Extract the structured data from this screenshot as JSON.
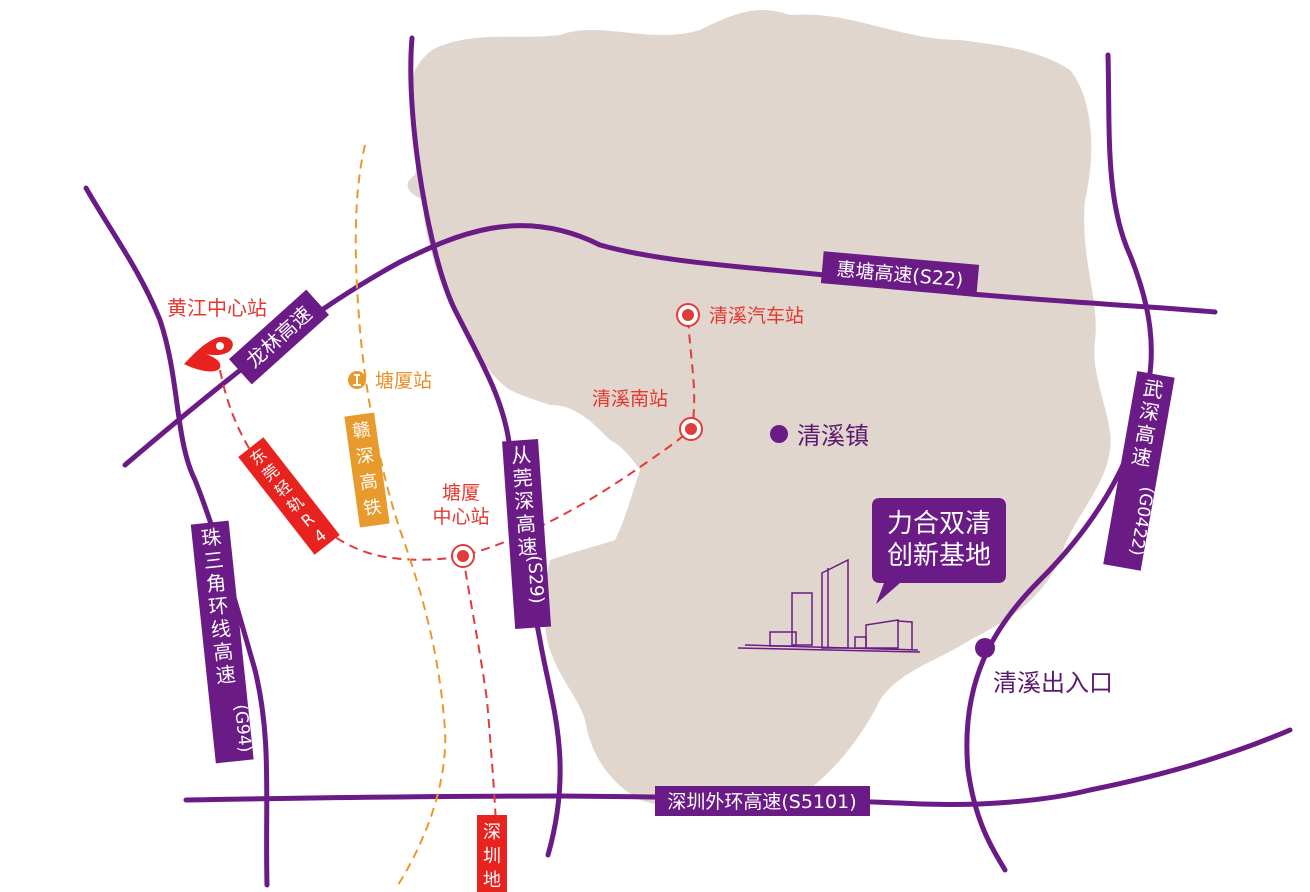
{
  "colors": {
    "land": "#e1d6cd",
    "road": "#6a1b86",
    "rail_red": "#e23b3b",
    "rail_orange": "#e89a2c",
    "badge_red": "#e8231f",
    "text_red": "#e5372f",
    "text_orange": "#e8902a",
    "text_dark": "#5b1a6f",
    "white": "#ffffff"
  },
  "roads": {
    "huitang": "惠塘高速(S22)",
    "longlin": "龙林高速",
    "congguan": [
      "从",
      "莞",
      "深",
      "高",
      "速",
      "(S29)"
    ],
    "zhusanjiao": [
      "珠",
      "三",
      "角",
      "环",
      "线",
      "高",
      "速",
      "(G94)"
    ],
    "wushen": [
      "武",
      "深",
      "高",
      "速",
      "(G0422)"
    ],
    "waihuan": "深圳外环高速(S5101)"
  },
  "rail": {
    "ganshen": [
      "赣",
      "深",
      "高",
      "铁"
    ],
    "r4": [
      "东",
      "莞",
      "轻",
      "轨",
      "R",
      "4"
    ],
    "shenzhen_metro": [
      "深",
      "圳",
      "地"
    ]
  },
  "stations": {
    "huangjiang": "黄江中心站",
    "tangxia": "塘厦站",
    "tangxia_center_1": "塘厦",
    "tangxia_center_2": "中心站",
    "qingxi_south": "清溪南站",
    "qingxi_bus": "清溪汽车站"
  },
  "places": {
    "qingxi_town": "清溪镇",
    "qingxi_exit": "清溪出入口"
  },
  "project": {
    "line1": "力合双清",
    "line2": "创新基地"
  },
  "icons": {
    "metro_logo": "dongguan-metro-logo-icon",
    "hsr_logo": "railway-logo-icon",
    "station_marker": "station-marker-icon",
    "town_dot": "location-dot-icon"
  }
}
